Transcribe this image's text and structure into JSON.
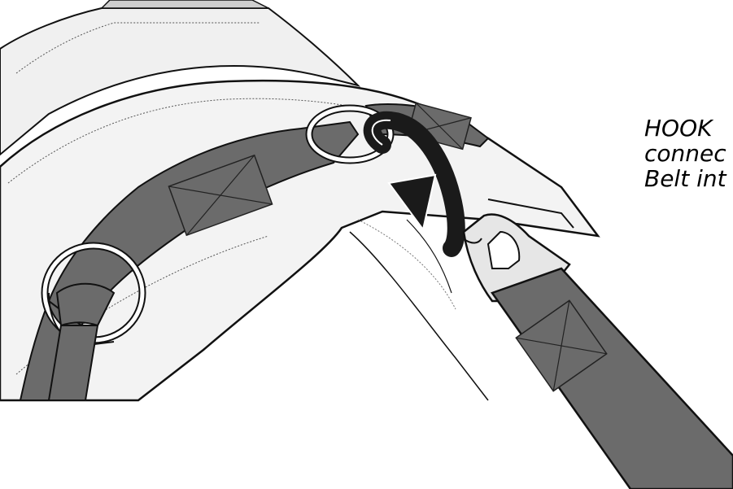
{
  "caption": {
    "lines": [
      "HOOK",
      "connec",
      "Belt int"
    ]
  },
  "colors": {
    "strap": "#6b6b6b",
    "pad": "#f2f2f2",
    "arrow": "#1a1a1a",
    "outline": "#111111",
    "background": "#ffffff"
  },
  "icons": {
    "motion_arrow": "curved-arrow-icon",
    "hook_buckle": "hook-buckle-icon",
    "d_ring": "d-ring-icon"
  }
}
